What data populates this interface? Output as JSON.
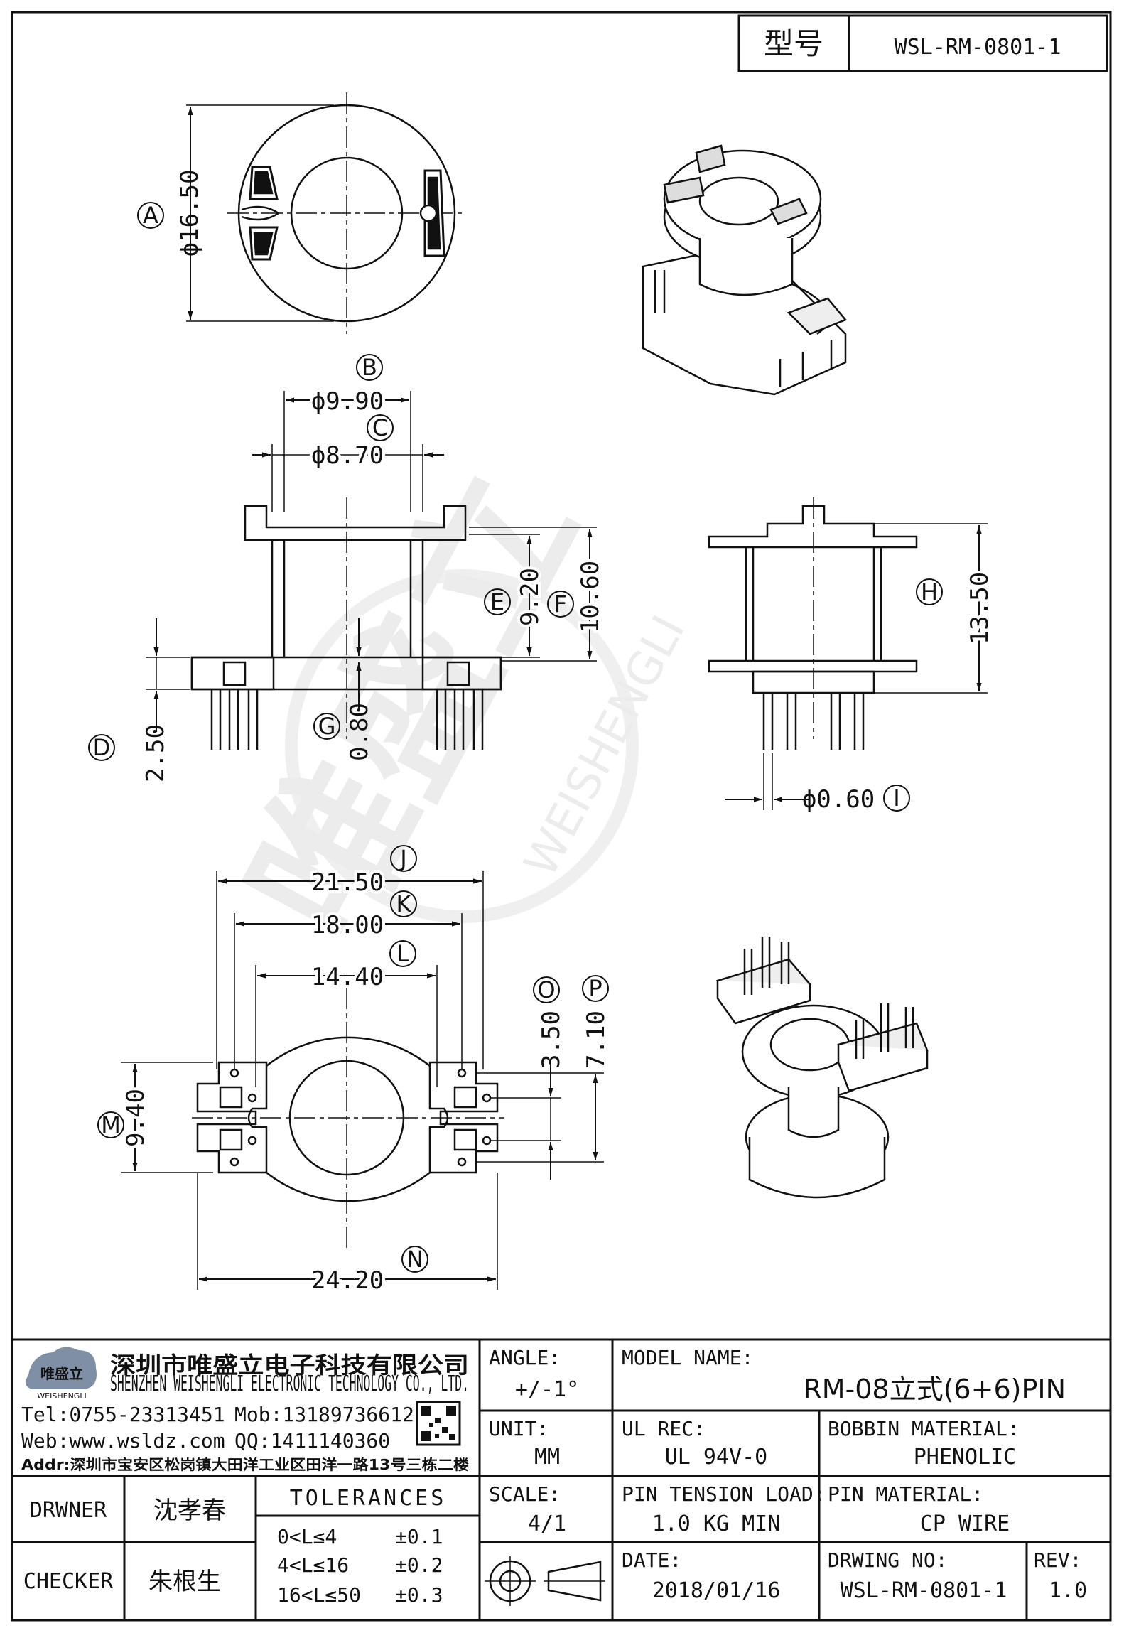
{
  "header": {
    "model_label": "型号",
    "model_value": "WSL-RM-0801-1"
  },
  "dims": {
    "A": {
      "tag": "A",
      "value": "ϕ16.50"
    },
    "B": {
      "tag": "B",
      "value": "ϕ9.90"
    },
    "C": {
      "tag": "C",
      "value": "ϕ8.70"
    },
    "D": {
      "tag": "D",
      "value": "2.50"
    },
    "E": {
      "tag": "E",
      "value": "9.20"
    },
    "F": {
      "tag": "F",
      "value": "10.60"
    },
    "G": {
      "tag": "G",
      "value": "0.80"
    },
    "H": {
      "tag": "H",
      "value": "13.50"
    },
    "I": {
      "tag": "I",
      "value": "ϕ0.60"
    },
    "J": {
      "tag": "J",
      "value": "21.50"
    },
    "K": {
      "tag": "K",
      "value": "18.00"
    },
    "L": {
      "tag": "L",
      "value": "14.40"
    },
    "M": {
      "tag": "M",
      "value": "9.40"
    },
    "N": {
      "tag": "N",
      "value": "24.20"
    },
    "O": {
      "tag": "O",
      "value": "3.50"
    },
    "P": {
      "tag": "P",
      "value": "7.10"
    }
  },
  "company": {
    "logo_text": "唯盛立",
    "logo_sub": "WEISHENGLI",
    "name_cn": "深圳市唯盛立电子科技有限公司",
    "name_en": "SHENZHEN WEISHENGLI ELECTRONIC TECHNOLOGY CO., LTD.",
    "tel": "Tel:0755-23313451",
    "mob": "Mob:13189736612",
    "web": "Web:www.wsldz.com",
    "qq": "QQ:1411140360",
    "addr": "Addr:深圳市宝安区松岗镇大田洋工业区田洋一路13号三栋二楼"
  },
  "watermark": {
    "cn": "唯盛立",
    "en": "WEISHENGLI"
  },
  "titleblock": {
    "angle_label": "ANGLE:",
    "angle_value": "+/-1°",
    "model_name_label": "MODEL NAME:",
    "model_name_value": "RM-08立式(6+6)PIN",
    "unit_label": "UNIT:",
    "unit_value": "MM",
    "ul_label": "UL REC:",
    "ul_value": "UL 94V-0",
    "bobbin_label": "BOBBIN MATERIAL:",
    "bobbin_value": "PHENOLIC",
    "drawer_label": "DRWNER",
    "drawer_value": "沈孝春",
    "checker_label": "CHECKER",
    "checker_value": "朱根生",
    "tol_title": "TOLERANCES",
    "tol_rows": [
      {
        "range": "0<L≤4",
        "tol": "±0.1"
      },
      {
        "range": "4<L≤16",
        "tol": "±0.2"
      },
      {
        "range": "16<L≤50",
        "tol": "±0.3"
      }
    ],
    "scale_label": "SCALE:",
    "scale_value": "4/1",
    "pin_tension_label": "PIN TENSION LOAD:",
    "pin_tension_value": "1.0 KG MIN",
    "pin_mat_label": "PIN MATERIAL:",
    "pin_mat_value": "CP WIRE",
    "date_label": "DATE:",
    "date_value": "2018/01/16",
    "dwg_label": "DRWING NO:",
    "dwg_value": "WSL-RM-0801-1",
    "rev_label": "REV:",
    "rev_value": "1.0"
  }
}
